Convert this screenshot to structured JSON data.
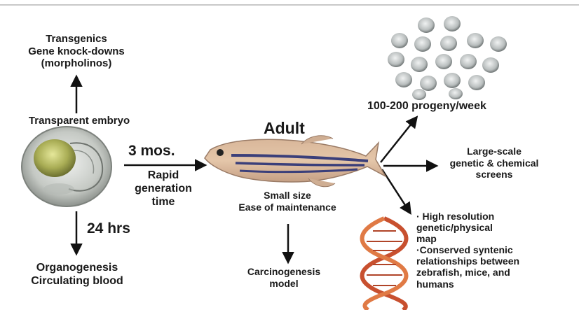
{
  "top_left": [
    "Transgenics",
    "Gene knock-downs",
    "(morpholinos)"
  ],
  "embryo_label": "Transparent embryo",
  "duration_3mos": "3 mos.",
  "rapid_generation": [
    "Rapid",
    "generation",
    "time"
  ],
  "duration_24hrs": "24 hrs",
  "organogenesis": [
    "Organogenesis",
    "Circulating blood"
  ],
  "adult_title": "Adult",
  "adult_traits": [
    "Small size",
    "Ease of maintenance"
  ],
  "carcinogenesis": [
    "Carcinogenesis",
    "model"
  ],
  "progeny": "100-200 progeny/week",
  "screens": [
    "Large-scale",
    "genetic & chemical",
    "screens"
  ],
  "genome_notes": [
    "· High resolution",
    "genetic/physical",
    "map",
    "·Conserved syntenic",
    "relationships between",
    "zebrafish, mice, and",
    "humans"
  ]
}
